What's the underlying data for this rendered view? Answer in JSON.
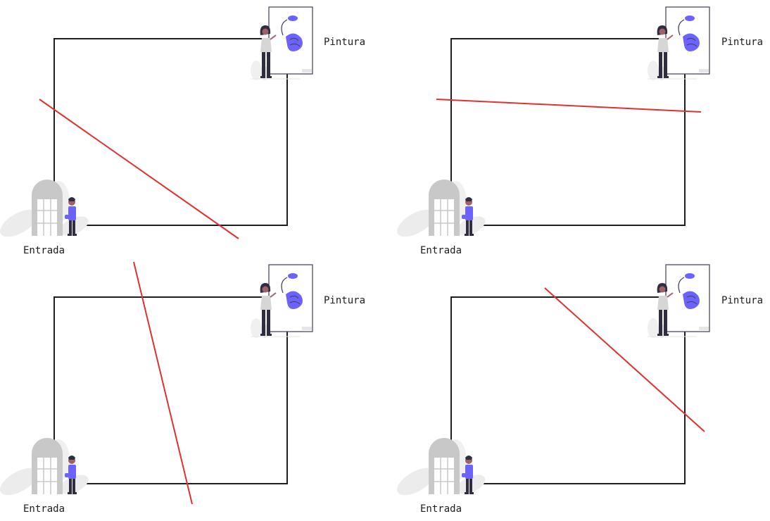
{
  "labels": {
    "painting": "Pintura",
    "entrance": "Entrada"
  },
  "colors": {
    "room_stroke": "#1e1e1e",
    "cut_line": "#e03131",
    "accent": "#6c63ff",
    "door": "#c8c8c8",
    "skin": "#a0616a",
    "dark": "#2f2e41"
  },
  "panels": [
    {
      "id": "top-left"
    },
    {
      "id": "top-right"
    },
    {
      "id": "bottom-left"
    },
    {
      "id": "bottom-right"
    }
  ]
}
